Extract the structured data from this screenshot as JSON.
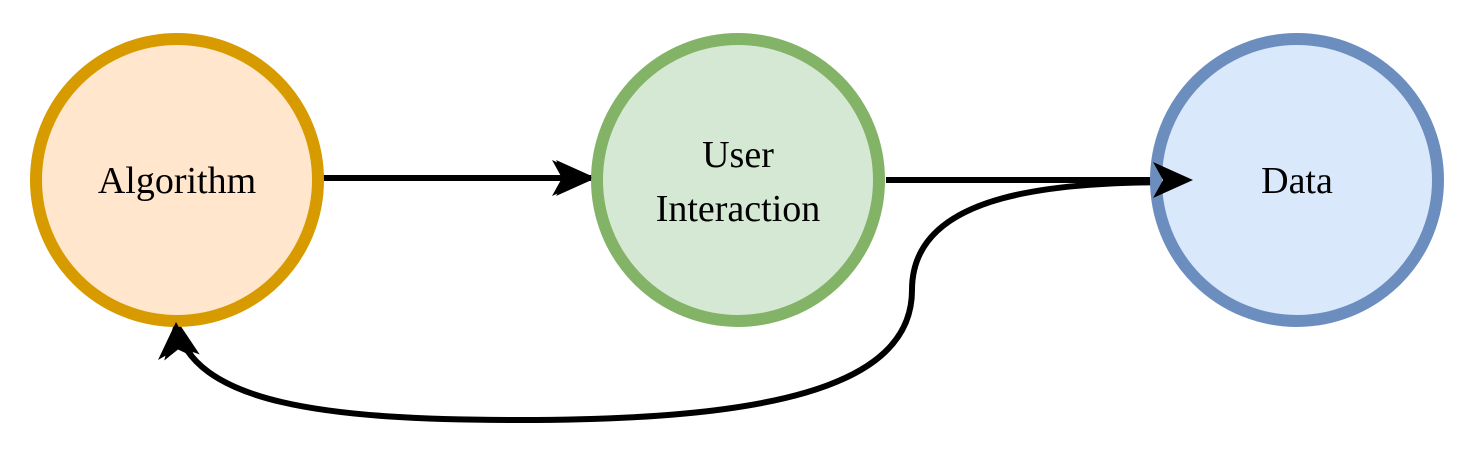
{
  "diagram": {
    "nodes": {
      "algorithm": {
        "label": "Algorithm",
        "fill": "#ffe6cc",
        "stroke": "#d79b00"
      },
      "user_interaction": {
        "label_line1": "User",
        "label_line2": "Interaction",
        "fill": "#d5e8d4",
        "stroke": "#82b366"
      },
      "data": {
        "label": "Data",
        "fill": "#dae8fc",
        "stroke": "#6c8ebf"
      }
    },
    "edge_color": "#000000"
  }
}
